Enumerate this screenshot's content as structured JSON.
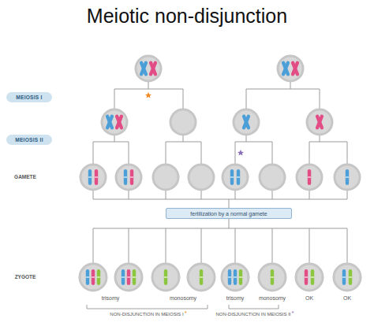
{
  "diagram": {
    "title": "Meiotic non-disjunction",
    "nodes": [
      {
        "text": [
          "MEIOSIS I"
        ]
      },
      {
        "text": [
          "MEIOSIS II"
        ]
      },
      {
        "text": [
          "fertilization by a normal gamete"
        ]
      }
    ],
    "labels": [
      "GAMETE",
      "ZYGOTE",
      "trisomy",
      "monosomy",
      "trisomy",
      "monosomy",
      "OK",
      "OK",
      "NON-DISJUNCTION IN MEIOSIS I",
      "*",
      "NON-DISJUNCTION IN MEIOSIS II",
      "*"
    ]
  }
}
